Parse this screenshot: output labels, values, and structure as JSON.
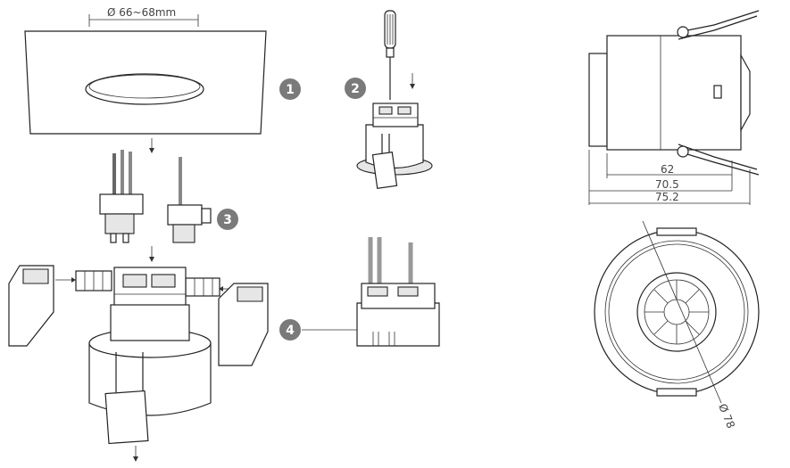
{
  "install": {
    "hole_diameter_label": "Ø 66~68mm",
    "steps": [
      "1",
      "2",
      "3",
      "4"
    ]
  },
  "dimensions": {
    "depth_1": "62",
    "depth_2": "70.5",
    "depth_3": "75.2",
    "diameter": "Ø 78"
  }
}
